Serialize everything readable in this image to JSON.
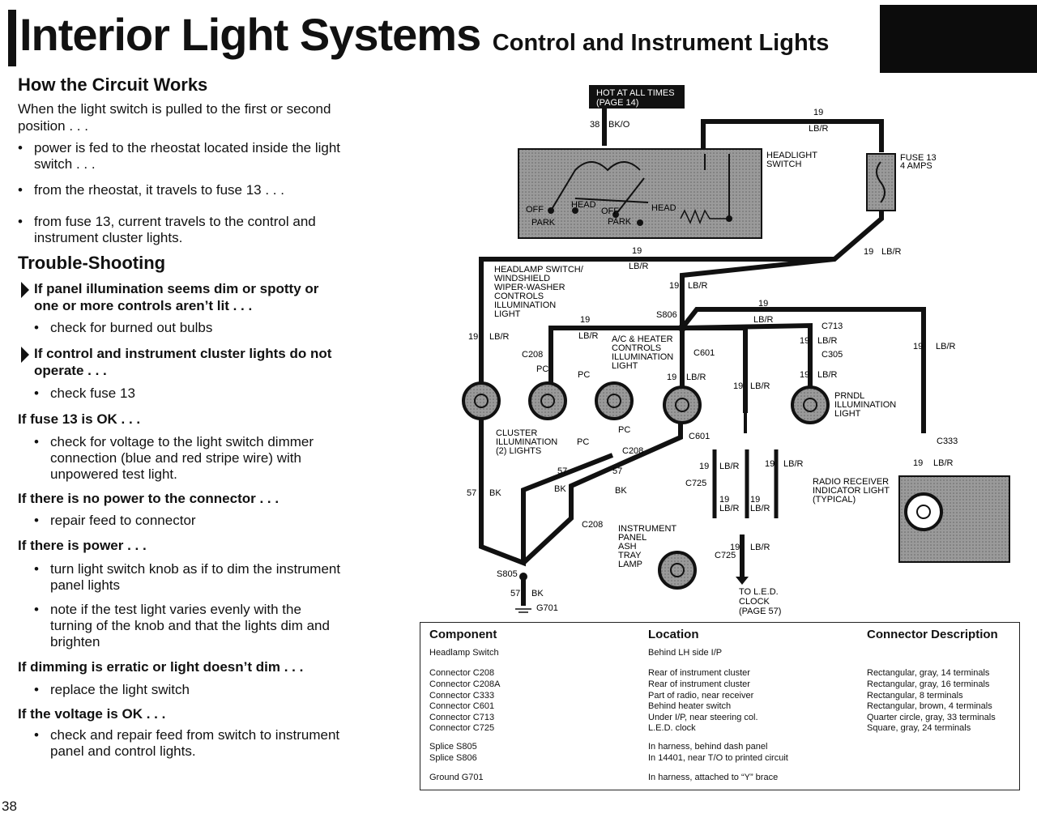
{
  "header": {
    "title": "Interior Light Systems",
    "subtitle": "Control and Instrument Lights"
  },
  "how": {
    "heading": "How the Circuit Works",
    "intro": "When the light switch is pulled to the first or second position . . .",
    "bullets": [
      "power is fed to the rheostat located inside the light switch . . .",
      "from the rheostat, it travels to fuse 13 . . .",
      "from fuse 13, current travels to the control and instrument cluster lights."
    ]
  },
  "trouble": {
    "heading": "Trouble-Shooting",
    "s1": "If panel illumination seems dim or spotty or one or more controls aren’t lit . . .",
    "s1b": "check for burned out bulbs",
    "s2": "If control and instrument cluster lights do not operate . . .",
    "s2b": "check fuse 13",
    "h1": "If fuse 13 is OK . . .",
    "h1b": "check for voltage to the light switch dimmer connection (blue and red stripe wire) with unpowered test light.",
    "h2": "If there is no power to the connector . . .",
    "h2b": "repair feed to connector",
    "h3": "If there is power . . .",
    "h3b1": "turn light switch knob as if to dim the instrument panel lights",
    "h3b2": "note if the test light varies evenly with the turning of the knob and that the lights dim and brighten",
    "h4": "If dimming is erratic or light doesn’t dim . . .",
    "h4b": "replace the light switch",
    "h5": "If the voltage is OK . . .",
    "h5b": "check and repair feed from switch to instrument panel and control lights."
  },
  "page_number": "38",
  "diagram": {
    "hot1": "HOT AT ALL TIMES",
    "hot2": "(PAGE 14)",
    "w38": "38",
    "bko": "BK/O",
    "w19": "19",
    "lbr": "LB/R",
    "w57": "57",
    "bk": "BK",
    "pc": "PC",
    "hs1": "HEADLIGHT",
    "hs2": "SWITCH",
    "fuse1": "FUSE 13",
    "fuse2": "4 AMPS",
    "off": "OFF",
    "park": "PARK",
    "head": "HEAD",
    "hw1": "HEADLAMP SWITCH/",
    "hw2": "WINDSHIELD",
    "hw3": "WIPER-WASHER",
    "hw4": "CONTROLS",
    "hw5": "ILLUMINATION",
    "hw6": "LIGHT",
    "s806": "S806",
    "s805": "S805",
    "g701": "G701",
    "ac1": "A/C & HEATER",
    "ac2": "CONTROLS",
    "ac3": "ILLUMINATION",
    "ac4": "LIGHT",
    "c208": "C208",
    "c601": "C601",
    "c713": "C713",
    "c305": "C305",
    "c333": "C333",
    "c725": "C725",
    "pr1": "PRNDL",
    "pr2": "ILLUMINATION",
    "pr3": "LIGHT",
    "cl1": "CLUSTER",
    "cl2": "ILLUMINATION",
    "cl3": "(2) LIGHTS",
    "rr1": "RADIO RECEIVER",
    "rr2": "INDICATOR LIGHT",
    "rr3": "(TYPICAL)",
    "ip1": "INSTRUMENT",
    "ip2": "PANEL",
    "ip3": "ASH",
    "ip4": "TRAY",
    "ip5": "LAMP",
    "led1": "TO L.E.D.",
    "led2": "CLOCK",
    "led3": "(PAGE 57)"
  },
  "table": {
    "h_component": "Component",
    "h_location": "Location",
    "h_connector": "Connector Description",
    "rows": [
      {
        "c": "Headlamp Switch",
        "l": "Behind LH side I/P",
        "d": ""
      },
      {
        "c": "Connector C208",
        "l": "Rear of instrument cluster",
        "d": "Rectangular, gray, 14 terminals"
      },
      {
        "c": "Connector C208A",
        "l": "Rear of instrument cluster",
        "d": "Rectangular, gray, 16 terminals"
      },
      {
        "c": "Connector C333",
        "l": "Part of radio, near receiver",
        "d": "Rectangular, 8 terminals"
      },
      {
        "c": "Connector C601",
        "l": "Behind heater switch",
        "d": "Rectangular, brown, 4 terminals"
      },
      {
        "c": "Connector C713",
        "l": "Under I/P, near steering col.",
        "d": "Quarter circle, gray, 33 terminals"
      },
      {
        "c": "Connector C725",
        "l": "L.E.D. clock",
        "d": "Square, gray, 24 terminals"
      },
      {
        "c": "Splice S805",
        "l": "In harness, behind dash panel",
        "d": ""
      },
      {
        "c": "Splice S806",
        "l": "In 14401, near T/O to printed circuit",
        "d": ""
      },
      {
        "c": "Ground G701",
        "l": "In harness, attached to “Y” brace",
        "d": ""
      }
    ]
  }
}
